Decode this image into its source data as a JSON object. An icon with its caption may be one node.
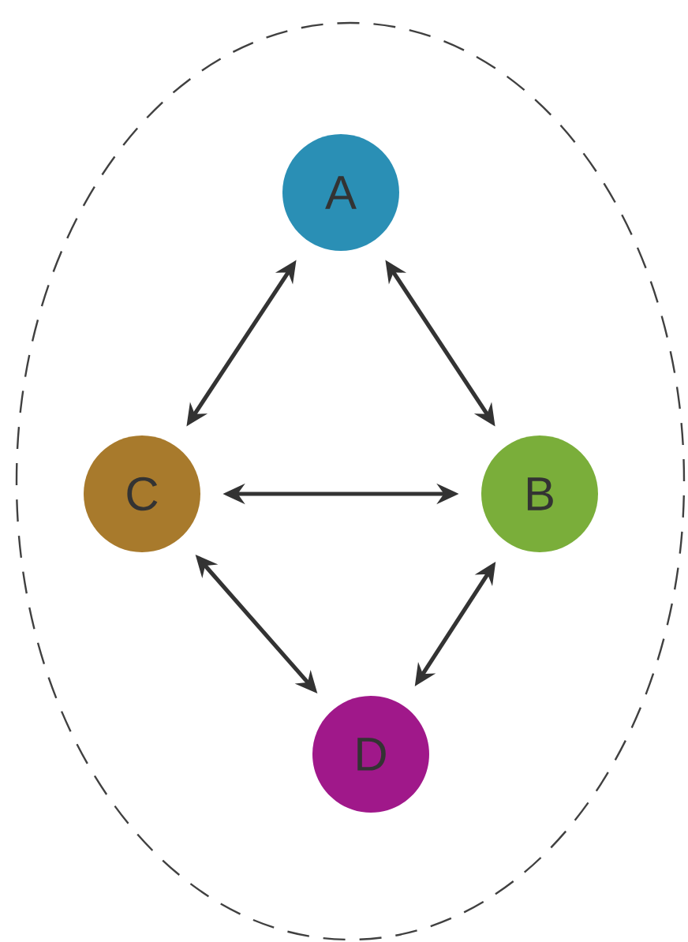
{
  "diagram": {
    "nodes": [
      {
        "text": [],
        "shape": "ellipse"
      },
      {
        "text": [
          "A"
        ],
        "in": 0
      },
      {
        "text": [
          "B"
        ],
        "in": 0
      },
      {
        "text": [
          "C"
        ],
        "in": 0
      },
      {
        "text": [
          "D"
        ],
        "in": 0
      }
    ],
    "edges": [
      {
        "from": 1,
        "to": 3,
        "arrow": "both"
      },
      {
        "from": 1,
        "to": 2,
        "arrow": "both"
      },
      {
        "from": 3,
        "to": 2,
        "arrow": "both"
      },
      {
        "from": 3,
        "to": 4,
        "arrow": "both"
      },
      {
        "from": 2,
        "to": 4,
        "arrow": "both"
      }
    ]
  }
}
